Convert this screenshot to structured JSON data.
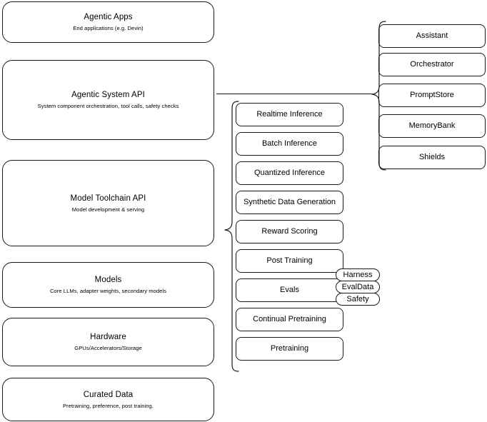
{
  "diagram": {
    "title": "AI Stack Layer Diagram",
    "colors": {
      "stroke": "#1a1a1a",
      "background": "#ffffff",
      "text": "#000000"
    }
  },
  "layers": [
    {
      "title": "Agentic Apps",
      "subtitle": "End applications (e.g. Devin)"
    },
    {
      "title": "Agentic System API",
      "subtitle": "System component orchestration, tool calls, safety checks"
    },
    {
      "title": "Model Toolchain API",
      "subtitle": "Model development & serving"
    },
    {
      "title": "Models",
      "subtitle": "Core LLMs, adapter weights, secondary models"
    },
    {
      "title": "Hardware",
      "subtitle": "GPUs/Accelerators/Storage"
    },
    {
      "title": "Curated Data",
      "subtitle": "Pretraining, preference, post training."
    }
  ],
  "toolchain_components": [
    {
      "label": "Realtime Inference"
    },
    {
      "label": "Batch Inference"
    },
    {
      "label": "Quantized Inference"
    },
    {
      "label": "Synthetic Data Generation"
    },
    {
      "label": "Reward Scoring"
    },
    {
      "label": "Post Training"
    },
    {
      "label": "Evals"
    },
    {
      "label": "Continual Pretraining"
    },
    {
      "label": "Pretraining"
    }
  ],
  "system_components": [
    {
      "label": "Assistant"
    },
    {
      "label": "Orchestrator"
    },
    {
      "label": "PromptStore"
    },
    {
      "label": "MemoryBank"
    },
    {
      "label": "Shields"
    }
  ],
  "eval_badges": [
    {
      "label": "Harness"
    },
    {
      "label": "EvalData"
    },
    {
      "label": "Safety"
    }
  ]
}
